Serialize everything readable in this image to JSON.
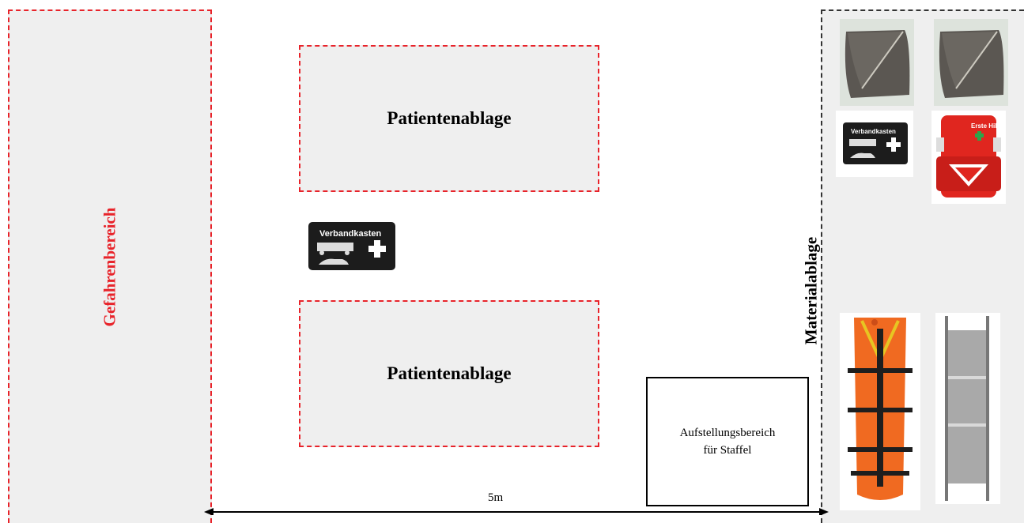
{
  "zones": {
    "danger_label": "Gefahrenbereich",
    "patient_label_1": "Patientenablage",
    "patient_label_2": "Patientenablage",
    "material_label": "Materialablage",
    "setup_line1": "Aufstellungsbereich",
    "setup_line2": "für Staffel"
  },
  "dimension": {
    "label": "5m"
  },
  "kit": {
    "brand_text": "Verbandkasten",
    "first_aid_text": "Erste Hilfe"
  },
  "colors": {
    "danger": "#e8232a",
    "zone_fill": "#efefef",
    "backpack": "#e0261f",
    "board": "#f06a21",
    "blanket": "#5b5752"
  }
}
